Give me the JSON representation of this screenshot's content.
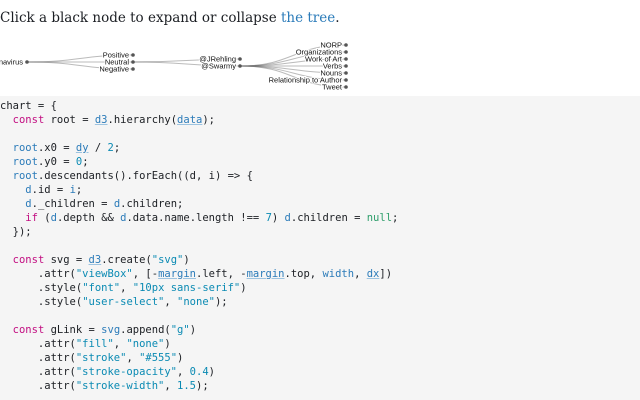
{
  "intro": {
    "text": "Click a black node to expand or collapse ",
    "link": "the tree",
    "period": "."
  },
  "tree": {
    "nodes": [
      {
        "id": "root",
        "label": "Coronavirus"
      },
      {
        "id": "pos",
        "label": "Positive"
      },
      {
        "id": "neu",
        "label": "Neutral"
      },
      {
        "id": "neg",
        "label": "Negative"
      },
      {
        "id": "jr",
        "label": "@JRehling"
      },
      {
        "id": "sw",
        "label": "@Swarmy"
      },
      {
        "id": "l1",
        "label": "NORP"
      },
      {
        "id": "l2",
        "label": "Organizations"
      },
      {
        "id": "l3",
        "label": "Work of Art"
      },
      {
        "id": "l4",
        "label": "Verbs"
      },
      {
        "id": "l5",
        "label": "Nouns"
      },
      {
        "id": "l6",
        "label": "Relationship to Author"
      },
      {
        "id": "l7",
        "label": "Tweet"
      }
    ]
  },
  "code": {
    "lines": [
      [
        [
          "p",
          "chart = {"
        ]
      ],
      [
        [
          "p",
          "  "
        ],
        [
          "k",
          "const"
        ],
        [
          "p",
          " root = "
        ],
        [
          "u",
          "d3"
        ],
        [
          "p",
          ".hierarchy("
        ],
        [
          "u",
          "data"
        ],
        [
          "p",
          ");"
        ]
      ],
      [
        [
          "p",
          ""
        ]
      ],
      [
        [
          "p",
          "  "
        ],
        [
          "v",
          "root"
        ],
        [
          "p",
          ".x0 = "
        ],
        [
          "u",
          "dy"
        ],
        [
          "p",
          " / "
        ],
        [
          "n",
          "2"
        ],
        [
          "p",
          ";"
        ]
      ],
      [
        [
          "p",
          "  "
        ],
        [
          "v",
          "root"
        ],
        [
          "p",
          ".y0 = "
        ],
        [
          "n",
          "0"
        ],
        [
          "p",
          ";"
        ]
      ],
      [
        [
          "p",
          "  "
        ],
        [
          "v",
          "root"
        ],
        [
          "p",
          ".descendants().forEach((d, i) => {"
        ]
      ],
      [
        [
          "p",
          "    "
        ],
        [
          "v",
          "d"
        ],
        [
          "p",
          ".id = "
        ],
        [
          "v",
          "i"
        ],
        [
          "p",
          ";"
        ]
      ],
      [
        [
          "p",
          "    "
        ],
        [
          "v",
          "d"
        ],
        [
          "p",
          "._children = "
        ],
        [
          "v",
          "d"
        ],
        [
          "p",
          ".children;"
        ]
      ],
      [
        [
          "p",
          "    "
        ],
        [
          "k",
          "if"
        ],
        [
          "p",
          " ("
        ],
        [
          "v",
          "d"
        ],
        [
          "p",
          ".depth && "
        ],
        [
          "v",
          "d"
        ],
        [
          "p",
          ".data.name.length !== "
        ],
        [
          "n",
          "7"
        ],
        [
          "p",
          ") "
        ],
        [
          "v",
          "d"
        ],
        [
          "p",
          ".children = "
        ],
        [
          "g",
          "null"
        ],
        [
          "p",
          ";"
        ]
      ],
      [
        [
          "p",
          "  });"
        ]
      ],
      [
        [
          "p",
          ""
        ]
      ],
      [
        [
          "p",
          "  "
        ],
        [
          "k",
          "const"
        ],
        [
          "p",
          " svg = "
        ],
        [
          "u",
          "d3"
        ],
        [
          "p",
          ".create("
        ],
        [
          "s",
          "\"svg\""
        ],
        [
          "p",
          ")"
        ]
      ],
      [
        [
          "p",
          "      .attr("
        ],
        [
          "s",
          "\"viewBox\""
        ],
        [
          "p",
          ", [-"
        ],
        [
          "u",
          "margin"
        ],
        [
          "p",
          ".left, -"
        ],
        [
          "u",
          "margin"
        ],
        [
          "p",
          ".top, "
        ],
        [
          "v",
          "width"
        ],
        [
          "p",
          ", "
        ],
        [
          "u",
          "dx"
        ],
        [
          "p",
          "])"
        ]
      ],
      [
        [
          "p",
          "      .style("
        ],
        [
          "s",
          "\"font\""
        ],
        [
          "p",
          ", "
        ],
        [
          "s",
          "\"10px sans-serif\""
        ],
        [
          "p",
          ")"
        ]
      ],
      [
        [
          "p",
          "      .style("
        ],
        [
          "s",
          "\"user-select\""
        ],
        [
          "p",
          ", "
        ],
        [
          "s",
          "\"none\""
        ],
        [
          "p",
          ");"
        ]
      ],
      [
        [
          "p",
          ""
        ]
      ],
      [
        [
          "p",
          "  "
        ],
        [
          "k",
          "const"
        ],
        [
          "p",
          " gLink = "
        ],
        [
          "v",
          "svg"
        ],
        [
          "p",
          ".append("
        ],
        [
          "s",
          "\"g\""
        ],
        [
          "p",
          ")"
        ]
      ],
      [
        [
          "p",
          "      .attr("
        ],
        [
          "s",
          "\"fill\""
        ],
        [
          "p",
          ", "
        ],
        [
          "s",
          "\"none\""
        ],
        [
          "p",
          ")"
        ]
      ],
      [
        [
          "p",
          "      .attr("
        ],
        [
          "s",
          "\"stroke\""
        ],
        [
          "p",
          ", "
        ],
        [
          "s",
          "\"#555\""
        ],
        [
          "p",
          ")"
        ]
      ],
      [
        [
          "p",
          "      .attr("
        ],
        [
          "s",
          "\"stroke-opacity\""
        ],
        [
          "p",
          ", "
        ],
        [
          "n",
          "0.4"
        ],
        [
          "p",
          ")"
        ]
      ],
      [
        [
          "p",
          "      .attr("
        ],
        [
          "s",
          "\"stroke-width\""
        ],
        [
          "p",
          ", "
        ],
        [
          "n",
          "1.5"
        ],
        [
          "p",
          ");"
        ]
      ]
    ]
  }
}
